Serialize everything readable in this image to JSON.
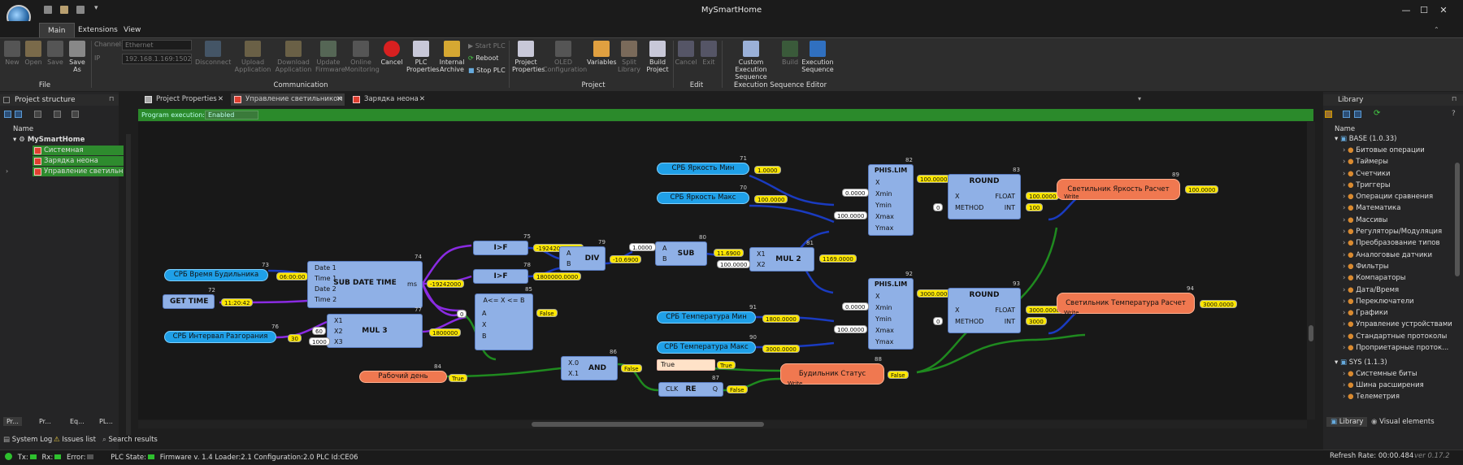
{
  "app": {
    "title": "MySmartHome",
    "version": "ver 0.17.2"
  },
  "menu_tabs": [
    "Main",
    "Extensions",
    "View"
  ],
  "ribbon": {
    "file": {
      "group": "File",
      "new": "New",
      "open": "Open",
      "save": "Save",
      "save_as": "Save As"
    },
    "comm": {
      "group": "Communication",
      "channel_label": "Channel:",
      "channel_value": "Ethernet",
      "ip_label": "IP",
      "ip_value": "192.168.1.169:1502",
      "disconnect": "Disconnect",
      "upload": "Upload Application",
      "download": "Download Application",
      "update": "Update Firmware",
      "online": "Online Monitoring",
      "cancel": "Cancel",
      "plc_props": "PLC Properties",
      "archive": "Internal Archive",
      "start": "Start PLC",
      "reboot": "Reboot",
      "stop": "Stop PLC"
    },
    "project": {
      "group": "Project",
      "props": "Project Properties",
      "oled": "OLED Configuration",
      "variables": "Variables",
      "split": "Split Library",
      "build": "Build Project"
    },
    "edit": {
      "group": "Edit",
      "cancel": "Cancel",
      "exit": "Exit"
    },
    "exec": {
      "group": "Execution Sequence Editor",
      "custom": "Custom Execution Sequence",
      "build": "Build",
      "seq": "Execution Sequence"
    }
  },
  "project_panel": {
    "title": "Project structure",
    "col": "Name",
    "root": "MySmartHome",
    "items": [
      "Системная",
      "Зарядка неона",
      "Управление светильником"
    ],
    "bottom_tabs": [
      "Pr...",
      "Pr...",
      "Eq...",
      "PL..."
    ]
  },
  "doc_tabs": [
    "Project Properties",
    "Управление светильником",
    "Зарядка неона"
  ],
  "program_exec": {
    "label": "Program execution:",
    "value": "Enabled"
  },
  "blocks": {
    "b71": {
      "num": "71",
      "label": "СРБ Яркость Мин"
    },
    "b70": {
      "num": "70",
      "label": "СРБ Яркость Макс"
    },
    "b73": {
      "num": "73",
      "label": "СРБ Время Будильника"
    },
    "b72": {
      "num": "72",
      "label": "GET TIME"
    },
    "b76": {
      "num": "76",
      "label": "СРБ Интервал Разгорания"
    },
    "b84": {
      "num": "84",
      "label": "Рабочий день"
    },
    "b74": {
      "num": "74",
      "title": "SUB DATE TIME",
      "p1": "Date 1",
      "p2": "Time 1",
      "p3": "Date 2",
      "p4": "Time 2",
      "out": "ms"
    },
    "b77": {
      "num": "77",
      "title": "MUL 3",
      "p1": "X1",
      "p2": "X2",
      "p3": "X3"
    },
    "b75": {
      "num": "75",
      "title": "I>F"
    },
    "b78": {
      "num": "78",
      "title": "I>F"
    },
    "b85": {
      "num": "85",
      "title": "A<= X <= B",
      "p1": "A",
      "p2": "X",
      "p3": "B"
    },
    "b79": {
      "num": "79",
      "title": "DIV",
      "p1": "A",
      "p2": "B"
    },
    "b80": {
      "num": "80",
      "title": "SUB",
      "p1": "A",
      "p2": "B"
    },
    "b81": {
      "num": "81",
      "title": "MUL 2",
      "p1": "X1",
      "p2": "X2"
    },
    "b82": {
      "num": "82",
      "title": "PHIS.LIM",
      "p1": "X",
      "p2": "Xmin",
      "p3": "Ymin",
      "p4": "Xmax",
      "p5": "Ymax"
    },
    "b92": {
      "num": "92",
      "title": "PHIS.LIM",
      "p1": "X",
      "p2": "Xmin",
      "p3": "Ymin",
      "p4": "Xmax",
      "p5": "Ymax"
    },
    "b83": {
      "num": "83",
      "title": "ROUND",
      "p1": "X",
      "p2": "METHOD",
      "o1": "FLOAT",
      "o2": "INT"
    },
    "b93": {
      "num": "93",
      "title": "ROUND",
      "p1": "X",
      "p2": "METHOD",
      "o1": "FLOAT",
      "o2": "INT"
    },
    "b89": {
      "num": "89",
      "label": "Светильник Яркость Расчет",
      "pin": "Write"
    },
    "b94": {
      "num": "94",
      "label": "Светильник Температура Расчет",
      "pin": "Write"
    },
    "b91": {
      "num": "91",
      "label": "СРБ Температура Мин"
    },
    "b90": {
      "num": "90",
      "label": "СРБ Температура Макс"
    },
    "b86": {
      "num": "86",
      "title": "AND",
      "p1": "X.0",
      "p2": "X.1"
    },
    "b87": {
      "num": "87",
      "title": "RE",
      "p1": "CLK",
      "o1": "Q"
    },
    "b88": {
      "num": "88",
      "label": "Будильник Статус",
      "pin": "Write"
    },
    "true_const": "True"
  },
  "values": {
    "v_min": "1.0000",
    "v_max": "100.0000",
    "v_alarm": "06:00:00",
    "v_time": "11:20:42",
    "v_interval": "30",
    "v_sub": "-19242000",
    "v_i2f1": "-19242000.000",
    "v_i2f2": "1800000.0000",
    "v_mul3": "1800000",
    "v_60": "60",
    "v_1000": "1000",
    "v_0": "0",
    "v_false1": "False",
    "v_div": "-10.6900",
    "v_div_a": "1.0000",
    "v_subres": "11.6900",
    "v_100": "100.0000",
    "v_mul2": "1169.0000",
    "v_lim1": "100.0000",
    "v_lim1_xmin": "0.0000",
    "v_lim1_xmax": "100.0000",
    "v_round1_m": "0",
    "v_round1_f": "100.0000",
    "v_round1_i": "100",
    "v_out1": "100.0000",
    "v_tmin": "1800.0000",
    "v_tmax": "3000.0000",
    "v_lim2": "3000.0000",
    "v_lim2_xmin": "0.0000",
    "v_lim2_xmax": "100.0000",
    "v_round2_m": "0",
    "v_round2_f": "3000.0000",
    "v_round2_i": "3000",
    "v_out2": "3000.0000",
    "v_work": "True",
    "v_and": "False",
    "v_true": "True",
    "v_re": "False",
    "v_status": "False"
  },
  "library": {
    "title": "Library",
    "col": "Name",
    "base": "BASE (1.0.33)",
    "items": [
      "Битовые операции",
      "Таймеры",
      "Счетчики",
      "Триггеры",
      "Операции сравнения",
      "Математика",
      "Массивы",
      "Регуляторы/Модуляция",
      "Преобразование типов",
      "Аналоговые датчики",
      "Фильтры",
      "Компараторы",
      "Дата/Время",
      "Переключатели",
      "Графики",
      "Управление устройствами",
      "Стандартные протоколы",
      "Проприетарные проток..."
    ],
    "sys": "SYS (1.1.3)",
    "sys_items": [
      "Системные биты",
      "Шина расширения",
      "Телеметрия"
    ],
    "tabs": [
      "Library",
      "Visual elements"
    ]
  },
  "bottom_tabs": [
    "System Log",
    "Issues list",
    "Search results"
  ],
  "status": {
    "tx": "Tx:",
    "rx": "Rx:",
    "error": "Error:",
    "plc_state": "PLC State:",
    "firmware": "Firmware v. 1.4 Loader:2.1 Configuration:2.0 PLC Id:CE06",
    "refresh": "Refresh Rate: 00:00.484"
  }
}
